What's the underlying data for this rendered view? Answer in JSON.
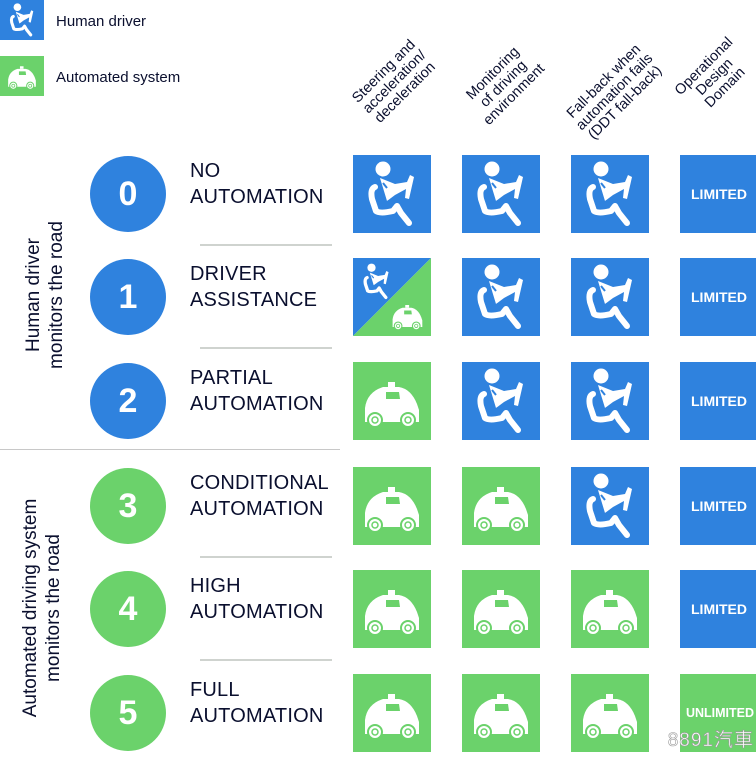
{
  "legend": {
    "human": {
      "label": "Human driver",
      "icon": "human-driver-icon",
      "color": "#2f82de"
    },
    "automated": {
      "label": "Automated system",
      "icon": "automated-car-icon",
      "color": "#6bd26b"
    }
  },
  "columns": [
    {
      "lines": [
        "Steering and",
        "acceleration/",
        "deceleration"
      ]
    },
    {
      "lines": [
        "Monitoring",
        "of driving",
        "environment"
      ]
    },
    {
      "lines": [
        "Fall-back when",
        "automation fails",
        "(DDT fall-back)"
      ]
    },
    {
      "lines": [
        "Operational",
        "Design",
        "Domain"
      ]
    }
  ],
  "groups": [
    {
      "label_lines": [
        "Human driver",
        "monitors the road"
      ]
    },
    {
      "label_lines": [
        "Automated driving system",
        "monitors the road"
      ]
    }
  ],
  "levels": [
    {
      "number": "0",
      "name_lines": [
        "NO",
        "AUTOMATION"
      ],
      "group": "human",
      "cells": [
        "human",
        "human",
        "human"
      ],
      "odd": "LIMITED"
    },
    {
      "number": "1",
      "name_lines": [
        "DRIVER",
        "ASSISTANCE"
      ],
      "group": "human",
      "cells": [
        "mixed",
        "human",
        "human"
      ],
      "odd": "LIMITED"
    },
    {
      "number": "2",
      "name_lines": [
        "PARTIAL",
        "AUTOMATION"
      ],
      "group": "human",
      "cells": [
        "system",
        "human",
        "human"
      ],
      "odd": "LIMITED"
    },
    {
      "number": "3",
      "name_lines": [
        "CONDITIONAL",
        "AUTOMATION"
      ],
      "group": "system",
      "cells": [
        "system",
        "system",
        "human"
      ],
      "odd": "LIMITED"
    },
    {
      "number": "4",
      "name_lines": [
        "HIGH",
        "AUTOMATION"
      ],
      "group": "system",
      "cells": [
        "system",
        "system",
        "system"
      ],
      "odd": "LIMITED"
    },
    {
      "number": "5",
      "name_lines": [
        "FULL",
        "AUTOMATION"
      ],
      "group": "system",
      "cells": [
        "system",
        "system",
        "system"
      ],
      "odd": "UNLIMITED"
    }
  ],
  "watermark": "8891汽車"
}
